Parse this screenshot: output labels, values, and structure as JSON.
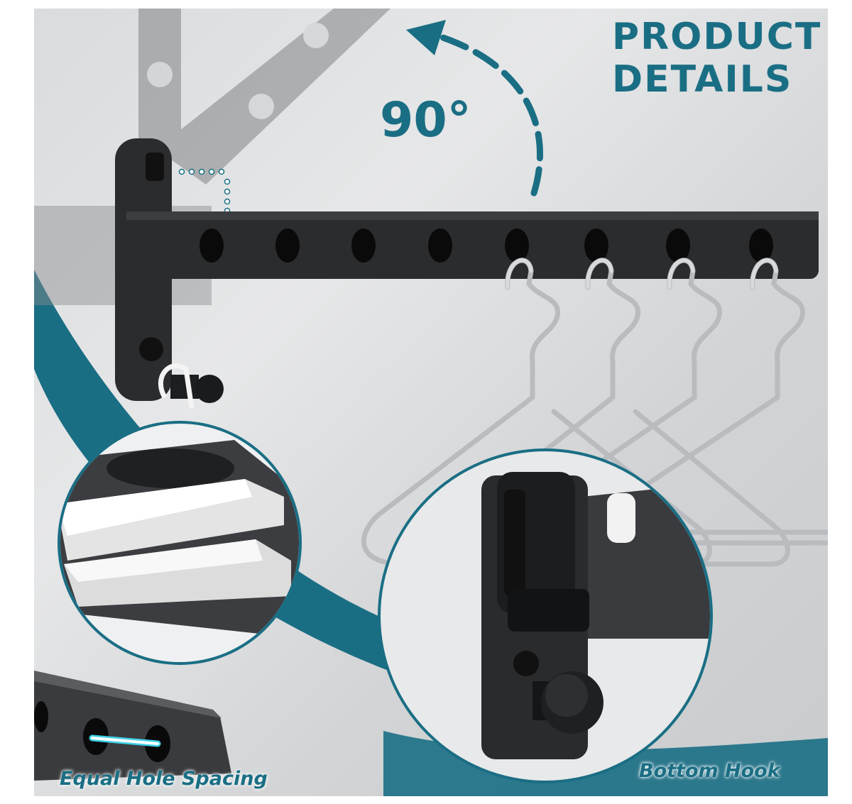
{
  "title": {
    "line1": "PRODUCT",
    "line2": "DETAILS"
  },
  "rotation_label": "90°",
  "callouts": {
    "hole_spacing": "Equal Hole Spacing",
    "bottom_hook": "Bottom Hook"
  },
  "colors": {
    "accent": "#1a6e84",
    "bar": "#2b2c2e",
    "hanger": "#b9bcbf"
  }
}
